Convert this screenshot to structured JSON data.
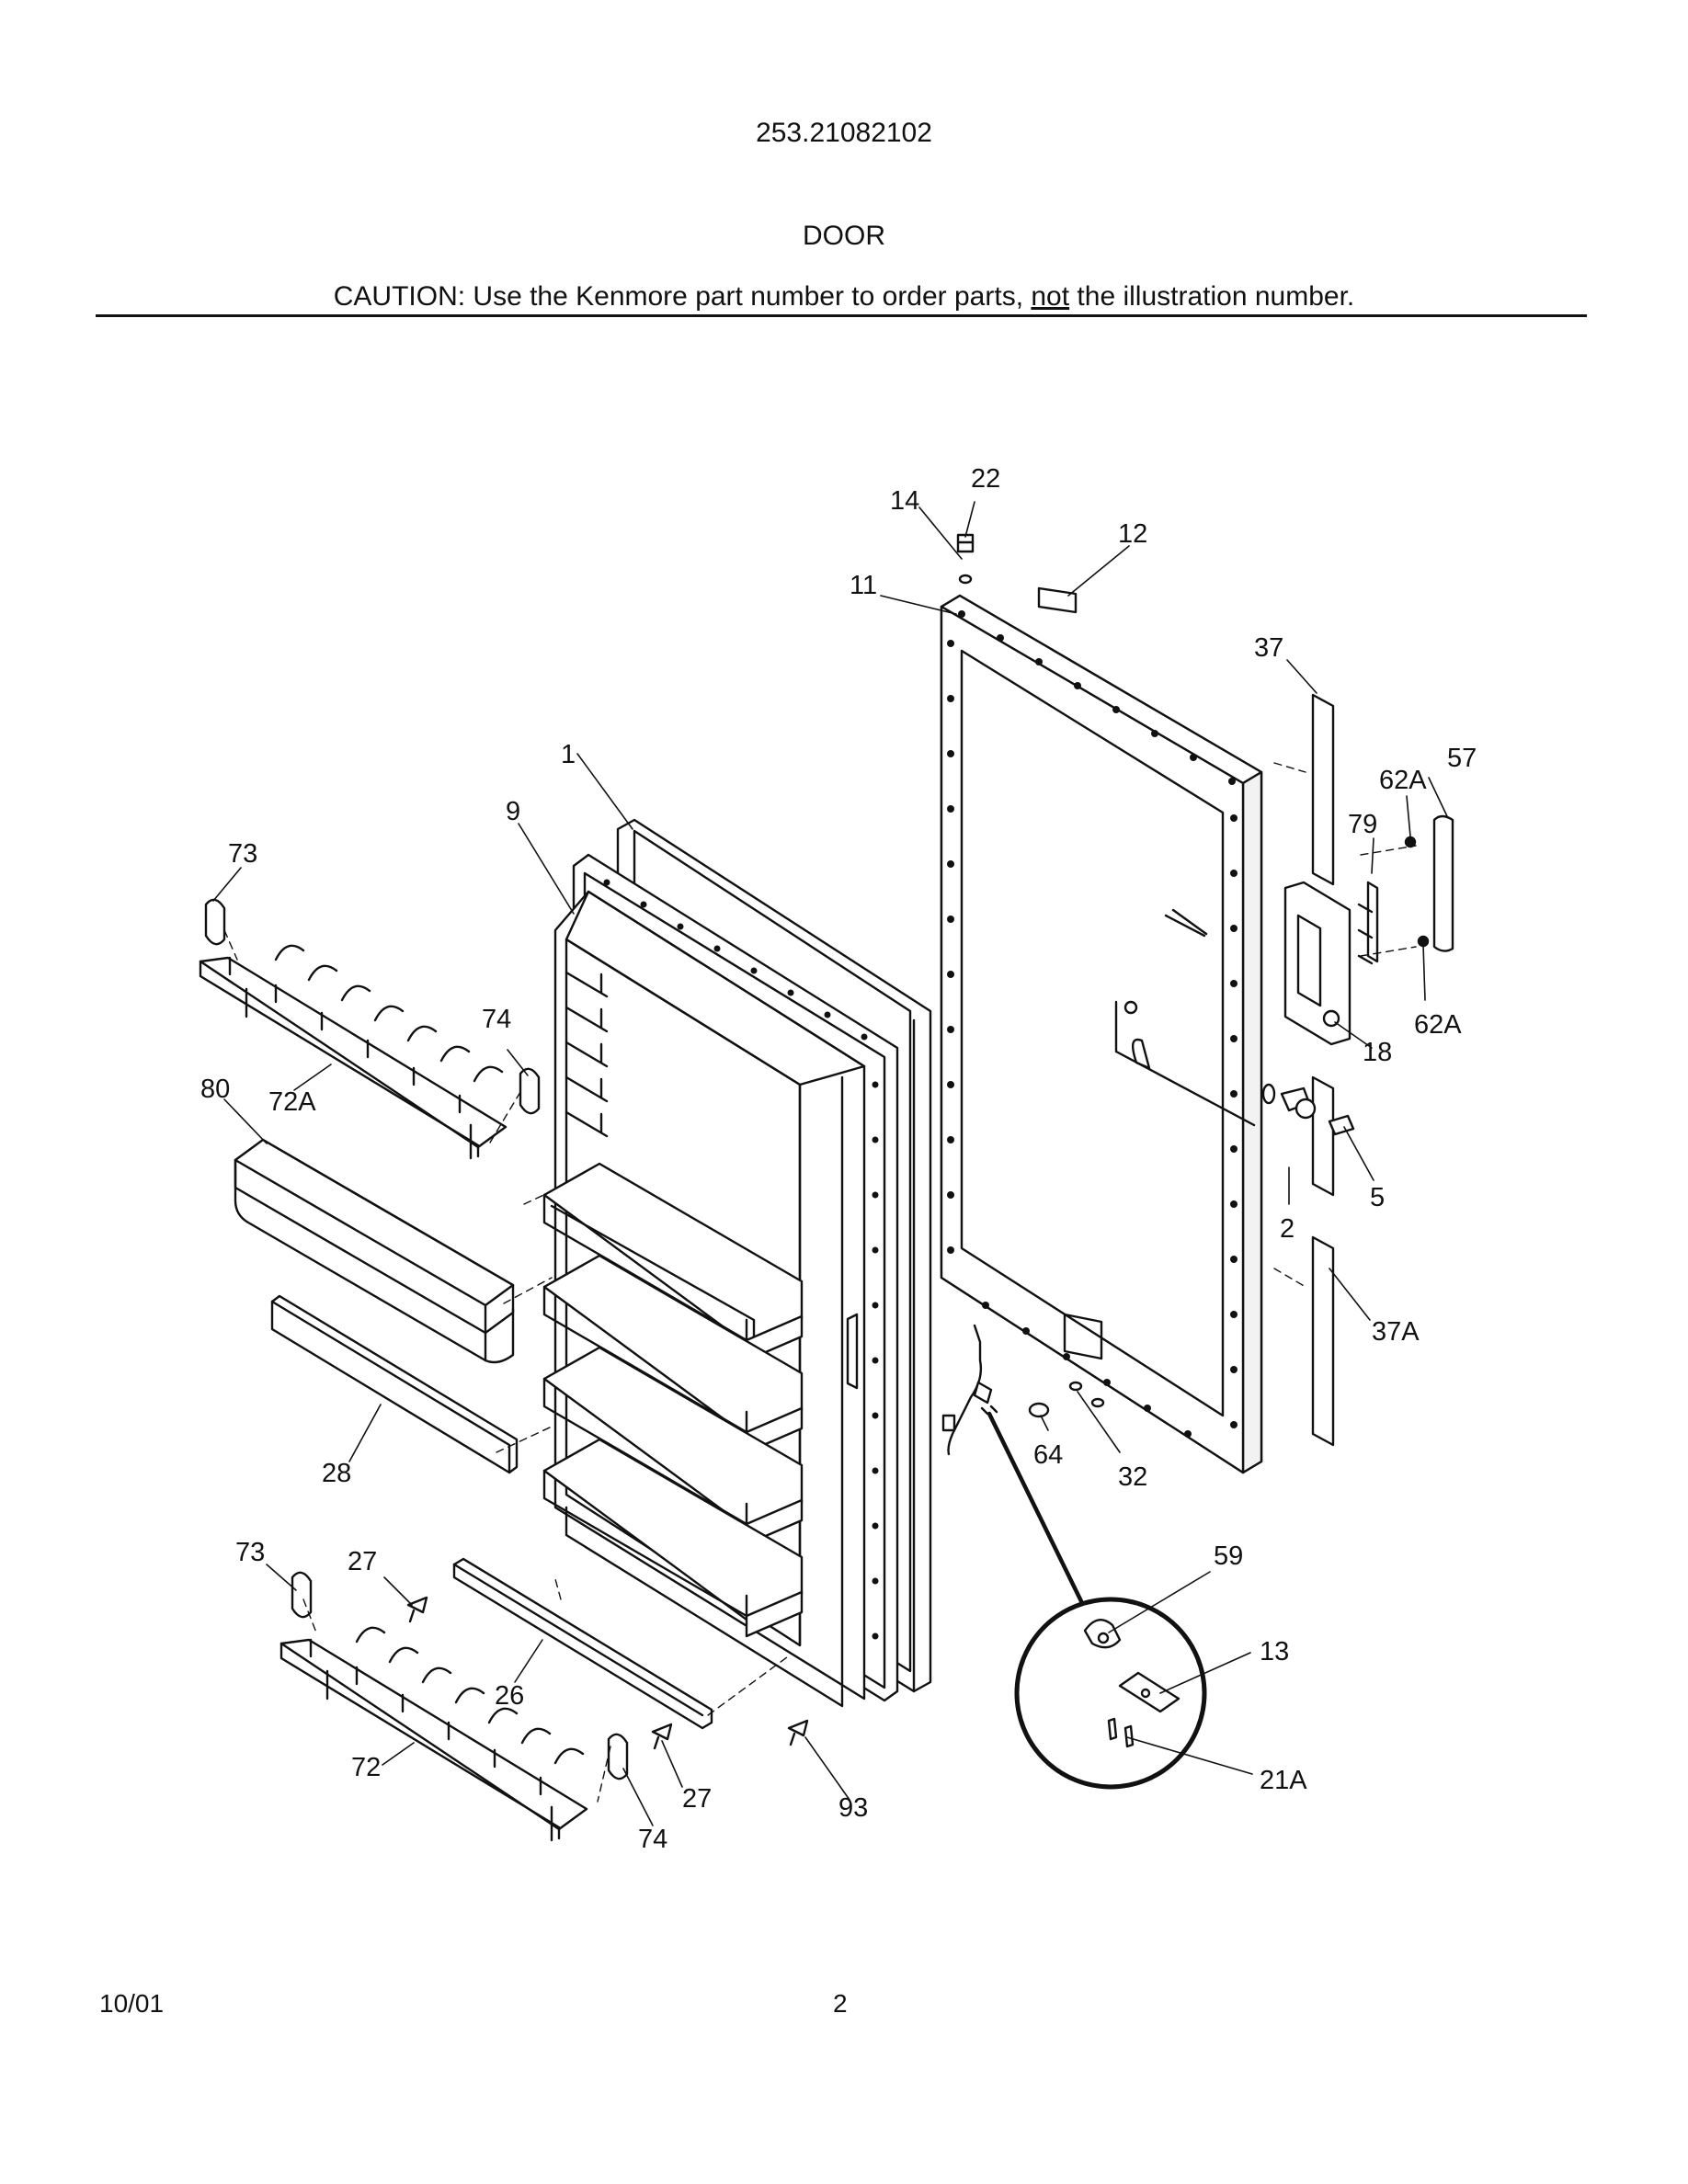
{
  "header": {
    "model": "253.21082102",
    "title": "DOOR",
    "caution_pre": "CAUTION: Use the Kenmore part number to order parts, ",
    "caution_not": "not",
    "caution_post": " the illustration number."
  },
  "footer": {
    "date": "10/01",
    "page": "2"
  },
  "callouts": {
    "c1": "1",
    "c2": "2",
    "c5": "5",
    "c9": "9",
    "c11": "11",
    "c12": "12",
    "c13": "13",
    "c14": "14",
    "c18": "18",
    "c21A": "21A",
    "c22": "22",
    "c26": "26",
    "c27a": "27",
    "c27b": "27",
    "c28": "28",
    "c32": "32",
    "c37": "37",
    "c37A": "37A",
    "c57": "57",
    "c59": "59",
    "c62Aa": "62A",
    "c62Ab": "62A",
    "c64": "64",
    "c72": "72",
    "c72A": "72A",
    "c73a": "73",
    "c73b": "73",
    "c74a": "74",
    "c74b": "74",
    "c79": "79",
    "c80": "80",
    "c93": "93"
  }
}
